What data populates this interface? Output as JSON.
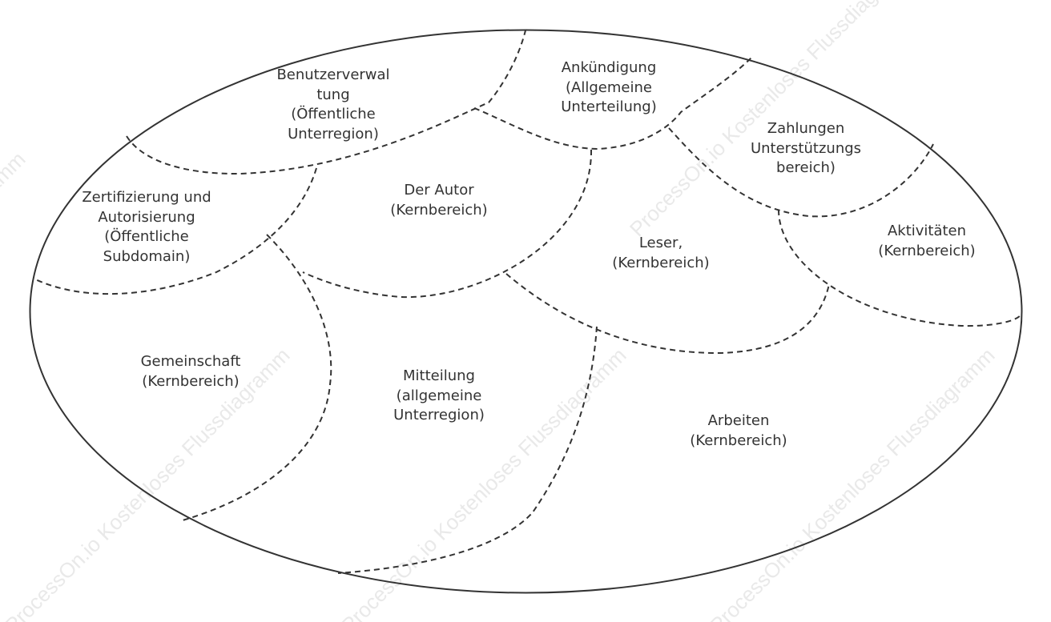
{
  "diagram": {
    "outline_color": "#333333",
    "text_color": "#333333",
    "watermark_color": "#e9e9e9",
    "regions": [
      {
        "id": "benutzerverwaltung",
        "lines": [
          "Benutzerverwal",
          "tung",
          "(Öffentliche",
          "Unterregion)"
        ]
      },
      {
        "id": "ankuendigung",
        "lines": [
          "Ankündigung",
          "(Allgemeine",
          "Unterteilung)"
        ]
      },
      {
        "id": "zahlungen",
        "lines": [
          "Zahlungen",
          "Unterstützungs",
          "bereich)"
        ]
      },
      {
        "id": "zertifizierung",
        "lines": [
          "Zertifizierung und",
          "Autorisierung",
          "(Öffentliche",
          "Subdomain)"
        ]
      },
      {
        "id": "autor",
        "lines": [
          "Der Autor",
          "(Kernbereich)"
        ]
      },
      {
        "id": "leser",
        "lines": [
          "Leser,",
          "(Kernbereich)"
        ]
      },
      {
        "id": "aktivitaeten",
        "lines": [
          "Aktivitäten",
          "(Kernbereich)"
        ]
      },
      {
        "id": "gemeinschaft",
        "lines": [
          "Gemeinschaft",
          "(Kernbereich)"
        ]
      },
      {
        "id": "mitteilung",
        "lines": [
          "Mitteilung",
          "(allgemeine",
          "Unterregion)"
        ]
      },
      {
        "id": "arbeiten",
        "lines": [
          "Arbeiten",
          "(Kernbereich)"
        ]
      }
    ]
  },
  "watermarks": [
    {
      "text": "ProcessOn.io Kostenloses Flussdiagramm"
    },
    {
      "text": "ProcessOn.io Kostenloses Flussdiagramm"
    },
    {
      "text": "ProcessOn.io Kostenloses Flussdiagramm"
    },
    {
      "text": "ProcessOn.io Kostenloses Flussdiagramm"
    },
    {
      "text": "ProcessOn.io Kostenloses Flussdiagramm"
    }
  ]
}
